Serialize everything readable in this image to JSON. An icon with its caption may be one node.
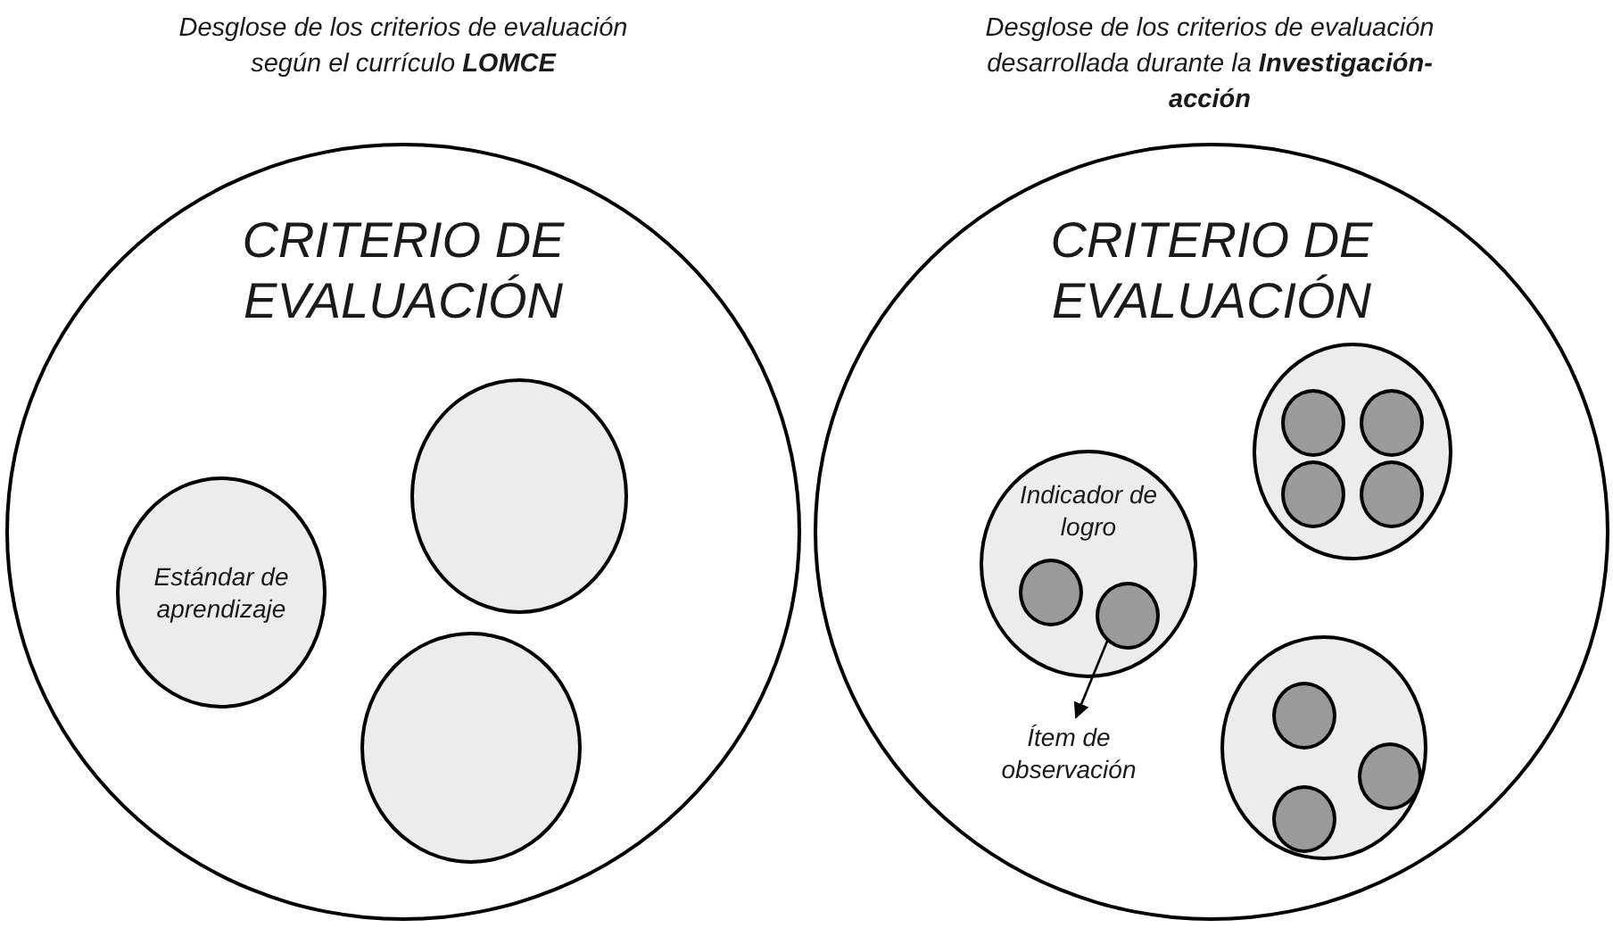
{
  "diagram": {
    "nodes": [
      {
        "text": [
          "CRITERIO DE EVALUACIÓN"
        ]
      },
      {
        "text": [
          "Estándar de aprendizaje"
        ],
        "in": 0
      },
      {
        "text": [],
        "shape": "circle",
        "in": 0
      },
      {
        "text": [],
        "shape": "circle",
        "in": 0
      },
      {
        "text": [
          "CRITERIO DE EVALUACIÓN"
        ]
      },
      {
        "text": [
          "Indicador de logro"
        ],
        "in": 4
      },
      {
        "text": [],
        "shape": "circle",
        "in": 5
      },
      {
        "text": [],
        "shape": "circle",
        "in": 5
      },
      {
        "text": [
          "Ítem de observación"
        ],
        "in": 4
      },
      {
        "text": [],
        "shape": "circle",
        "in": 4
      },
      {
        "text": [],
        "shape": "circle",
        "in": 9
      },
      {
        "text": [],
        "shape": "circle",
        "in": 9
      },
      {
        "text": [],
        "shape": "circle",
        "in": 9
      },
      {
        "text": [],
        "shape": "circle",
        "in": 9
      },
      {
        "text": [],
        "shape": "circle",
        "in": 4
      },
      {
        "text": [],
        "shape": "circle",
        "in": 14
      },
      {
        "text": [],
        "shape": "circle",
        "in": 14
      },
      {
        "text": [],
        "shape": "circle",
        "in": 14
      }
    ],
    "edges": [
      {
        "from": 7,
        "to": 8,
        "arrow": "to"
      }
    ],
    "labels": [
      "Desglose de los criterios de evaluación según el currículo **LOMCE**",
      "Desglose de los criterios de evaluación desarrollada durante la **Investigación-acción**"
    ]
  }
}
